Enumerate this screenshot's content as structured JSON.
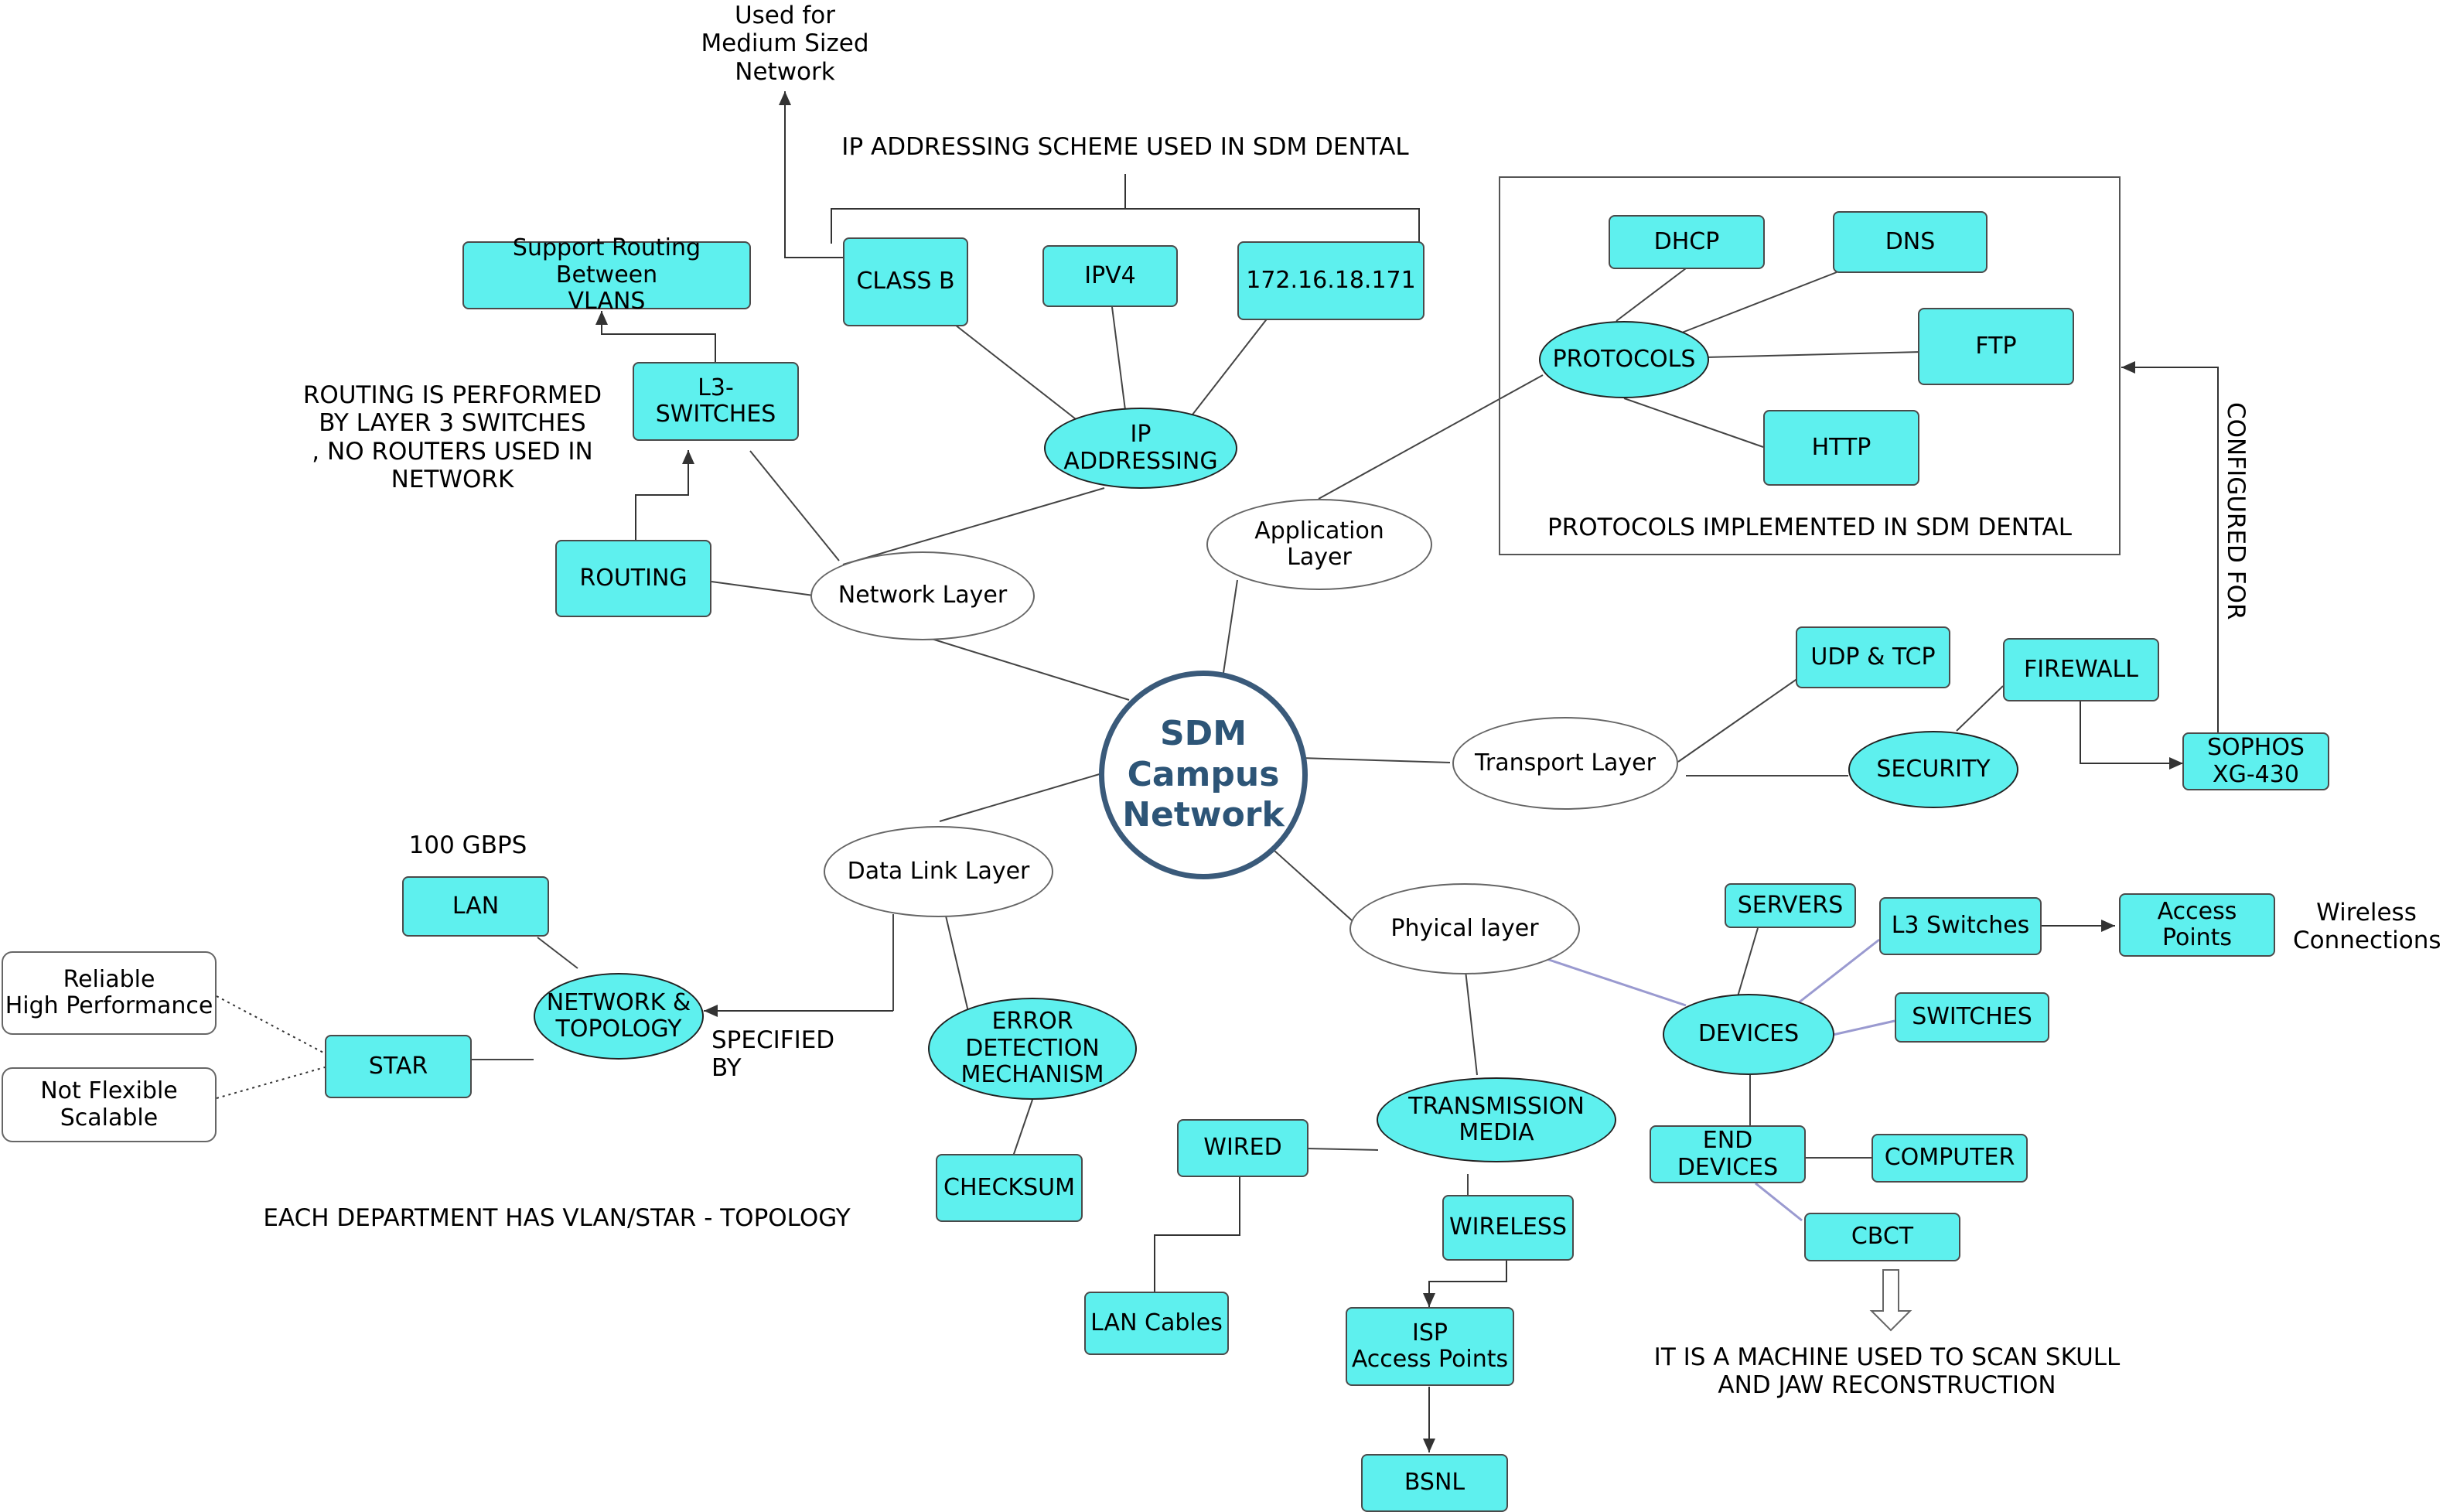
{
  "center": {
    "title": "SDM\nCampus\nNetwork"
  },
  "layers": {
    "network": "Network Layer",
    "application": "Application\nLayer",
    "transport": "Transport Layer",
    "data_link": "Data Link Layer",
    "physical": "Phyical layer"
  },
  "ip": {
    "hub": "IP\nADDRESSING",
    "class_b": "CLASS B",
    "ipv4": "IPV4",
    "address": "172.16.18.171",
    "scheme_caption": "IP ADDRESSING SCHEME USED IN SDM DENTAL",
    "class_note": "Used for\nMedium Sized\nNetwork"
  },
  "routing": {
    "l3_switches": "L3-\nSWITCHES",
    "support": "Support Routing Between\nVLANS",
    "routing": "ROUTING",
    "note": "ROUTING IS PERFORMED\nBY LAYER 3 SWITCHES\n, NO ROUTERS USED IN\nNETWORK"
  },
  "protocols": {
    "hub": "PROTOCOLS",
    "dhcp": "DHCP",
    "dns": "DNS",
    "ftp": "FTP",
    "http": "HTTP",
    "caption": "PROTOCOLS IMPLEMENTED IN SDM DENTAL",
    "configured_for": "CONFIGURED FOR"
  },
  "transport": {
    "udp_tcp": "UDP & TCP",
    "security": "SECURITY",
    "firewall": "FIREWALL",
    "sophos": "SOPHOS\nXG-430"
  },
  "data_link": {
    "topology": "NETWORK &\nTOPOLOGY",
    "specified_by": "SPECIFIED\nBY",
    "lan": "LAN",
    "speed": "100 GBPS",
    "star": "STAR",
    "reliable": "Reliable\nHigh Performance",
    "not_flexible": "Not Flexible\nScalable",
    "error": "ERROR\nDETECTION\nMECHANISM",
    "checksum": "CHECKSUM",
    "vlan_note": "EACH DEPARTMENT HAS VLAN/STAR - TOPOLOGY"
  },
  "physical": {
    "transmission": "TRANSMISSION\nMEDIA",
    "wired": "WIRED",
    "lan_cables": "LAN Cables",
    "wireless": "WIRELESS",
    "isp": "ISP\nAccess Points",
    "bsnl": "BSNL",
    "devices": "DEVICES",
    "servers": "SERVERS",
    "l3_switches": "L3 Switches",
    "access_points": "Access Points",
    "wireless_conn": "Wireless\nConnections",
    "switches": "SWITCHES",
    "end_devices": "END\nDEVICES",
    "computer": "COMPUTER",
    "cbct": "CBCT",
    "cbct_note": "IT IS A MACHINE USED TO SCAN SKULL\nAND JAW RECONSTRUCTION"
  },
  "colors": {
    "node_fill": "#5ef0ee",
    "center_border": "#3a5a7a",
    "purple_line": "#9a9ad0"
  }
}
